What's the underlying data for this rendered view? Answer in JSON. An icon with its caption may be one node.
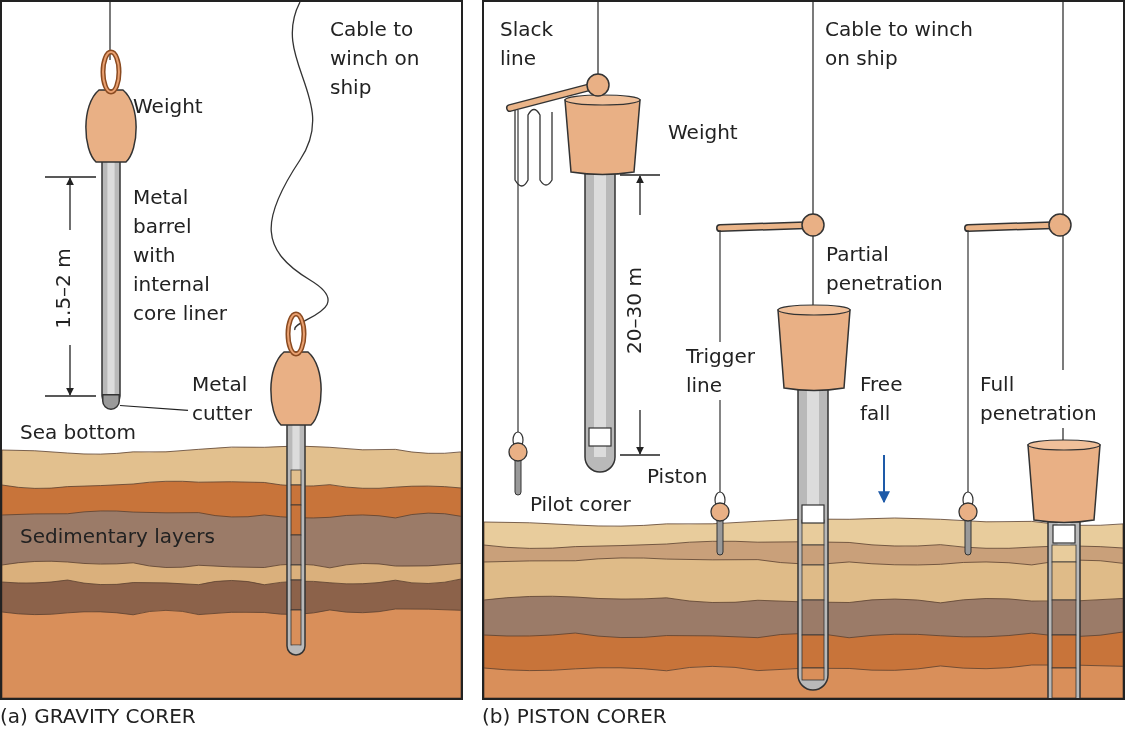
{
  "diagram": {
    "nodes": [
      {
        "text": [
          "(a) GRAVITY CORER"
        ]
      },
      {
        "text": [
          "(b) PISTON CORER"
        ]
      },
      {
        "text": [
          "Metal cutter"
        ],
        "in": 0
      },
      {
        "text": [],
        "shape": "bar",
        "in": 0
      }
    ],
    "edges": [
      {
        "from": 2,
        "to": 3,
        "arrow": "none"
      }
    ],
    "labels": [
      "Weight",
      "Cable to winch on ship",
      "Metal barrel with internal core liner",
      "1.5–2 m",
      "Sea bottom",
      "Sedimentary layers",
      "Slack line",
      "Cable to winch on ship",
      "Weight",
      "20–30 m",
      "Partial penetration",
      "Trigger line",
      "Free fall",
      "Full penetration",
      "Piston",
      "Pilot corer"
    ]
  }
}
